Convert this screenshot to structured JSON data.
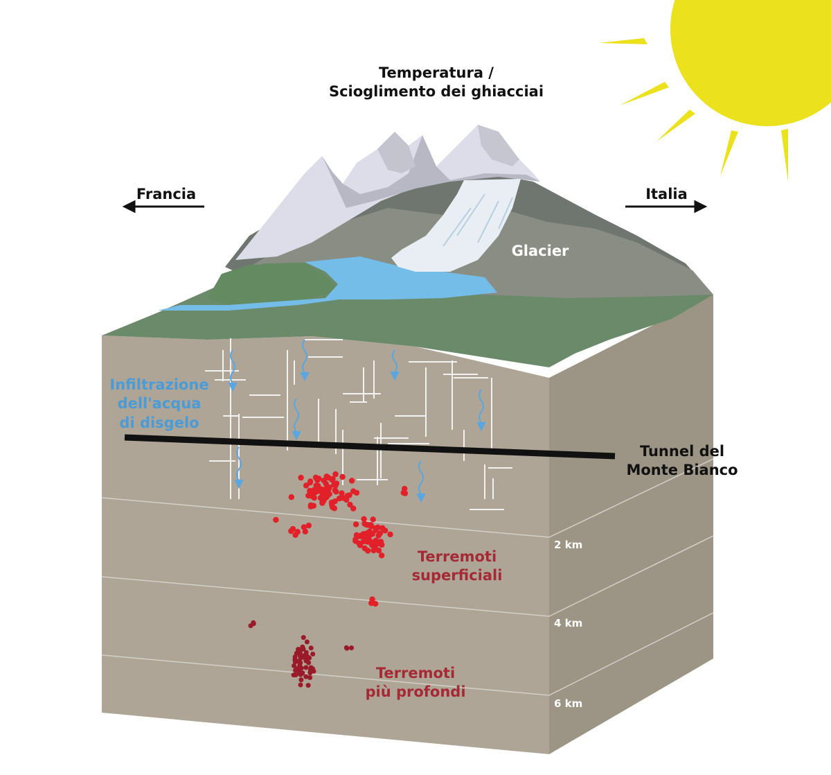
{
  "title": {
    "line1": "Temperatura /",
    "line2": "Scioglimento dei ghiacciai"
  },
  "directions": {
    "left": "Francia",
    "right": "Italia"
  },
  "glacier_label": "Glacier",
  "infiltration": {
    "line1": "Infiltrazione",
    "line2": "dell'acqua",
    "line3": "di disgelo"
  },
  "tunnel": {
    "line1": "Tunnel del",
    "line2": "Monte Bianco"
  },
  "shallow_quakes": {
    "line1": "Terremoti",
    "line2": "superficiali"
  },
  "deep_quakes": {
    "line1": "Terremoti",
    "line2": "più profondi"
  },
  "depths": {
    "d2": "2 km",
    "d4": "4 km",
    "d6": "6 km"
  },
  "colors": {
    "sun": "#ebe11d",
    "soil_front": "#aea596",
    "soil_side": "#9c9484",
    "grass": "#6b8a6a",
    "water": "#74bde8",
    "rock": "#6f7670",
    "snow": "#dcdde9",
    "shallow_quake": "#e2202a",
    "deep_quake": "#9a1a2a",
    "infiltration": "#4b9bd6"
  }
}
